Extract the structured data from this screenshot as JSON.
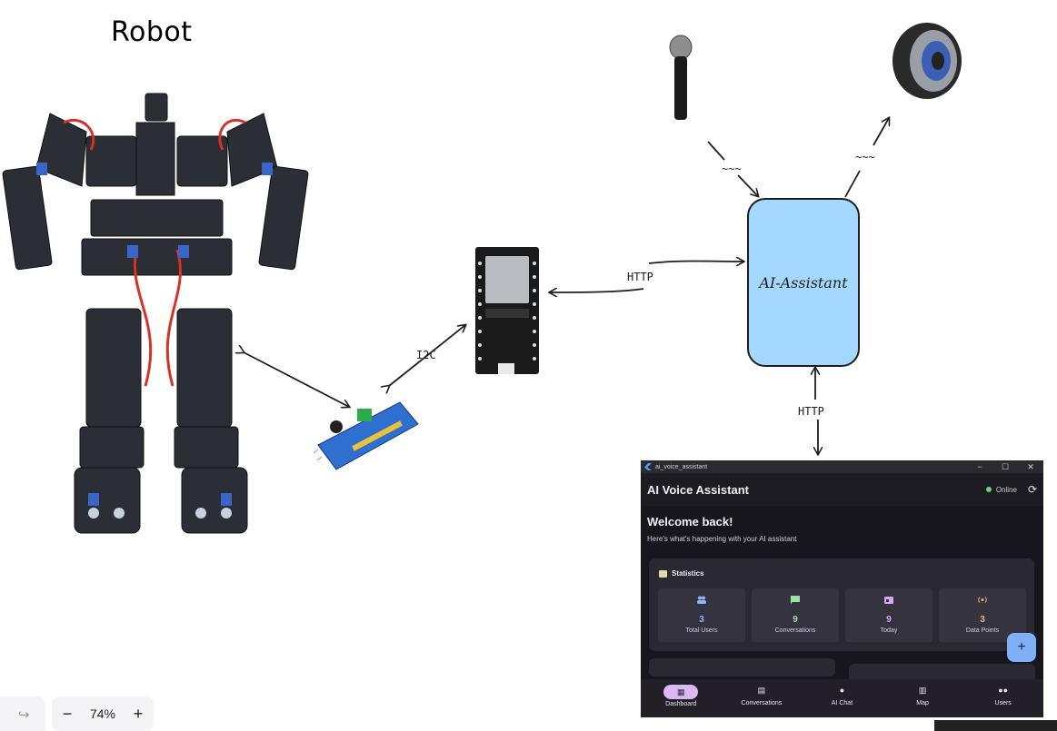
{
  "diagram": {
    "title": "Robot",
    "labels": {
      "i2c": "I2C",
      "http_esp": "HTTP",
      "http_app": "HTTP",
      "mic_wave": "~~~",
      "speaker_wave": "~~~"
    },
    "assistant_label": "AI-Assistant",
    "nodes": [
      "robot-image",
      "pwm-driver-image",
      "esp32-image",
      "microphone-image",
      "speaker-image",
      "ai-assistant-box",
      "app-window"
    ]
  },
  "colors": {
    "assistant_fill": "#a5d8ff",
    "app_bg": "#1c1b22",
    "accent": "#dcb8f0"
  },
  "app": {
    "window_title": "ai_voice_assistant",
    "controls": [
      "−",
      "☐",
      "✕"
    ],
    "appbar_title": "AI Voice Assistant",
    "status": "Online",
    "welcome": "Welcome back!",
    "subtitle": "Here's what's happening with your AI assistant",
    "stats_title": "Statistics",
    "stats": [
      {
        "value": "3",
        "label": "Total Users",
        "color": "#8fb4f7",
        "icon": "users-icon"
      },
      {
        "value": "9",
        "label": "Conversations",
        "color": "#9ee2a0",
        "icon": "chat-icon"
      },
      {
        "value": "9",
        "label": "Today",
        "color": "#d8a6f2",
        "icon": "calendar-icon"
      },
      {
        "value": "3",
        "label": "Data Points",
        "color": "#f4b27b",
        "icon": "sensors-icon"
      }
    ],
    "fab": "+",
    "nav": [
      "Dashboard",
      "Conversations",
      "AI Chat",
      "Map",
      "Users"
    ]
  },
  "toolbar": {
    "zoom": "74%",
    "minus": "−",
    "plus": "+",
    "redo": "↪"
  }
}
